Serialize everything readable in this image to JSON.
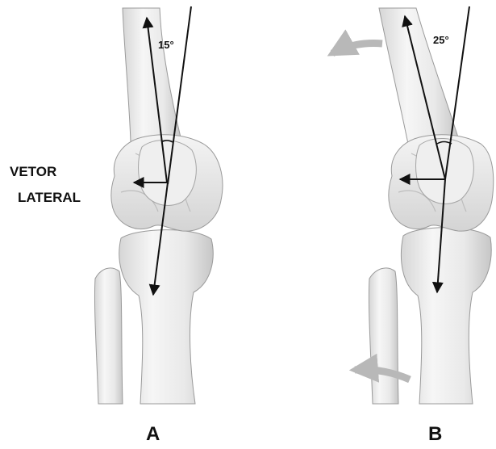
{
  "panels": [
    {
      "letter": "A",
      "angle": "15°"
    },
    {
      "letter": "B",
      "angle": "25°"
    }
  ],
  "vector_label_line1": "VETOR",
  "vector_label_line2": "LATERAL",
  "colors": {
    "bone_fill": "#ececec",
    "bone_shade": "#c9c9c9",
    "bone_outline": "#8f8f8f",
    "arrow": "#111111",
    "rotation_arrow": "#b8b8b8"
  }
}
